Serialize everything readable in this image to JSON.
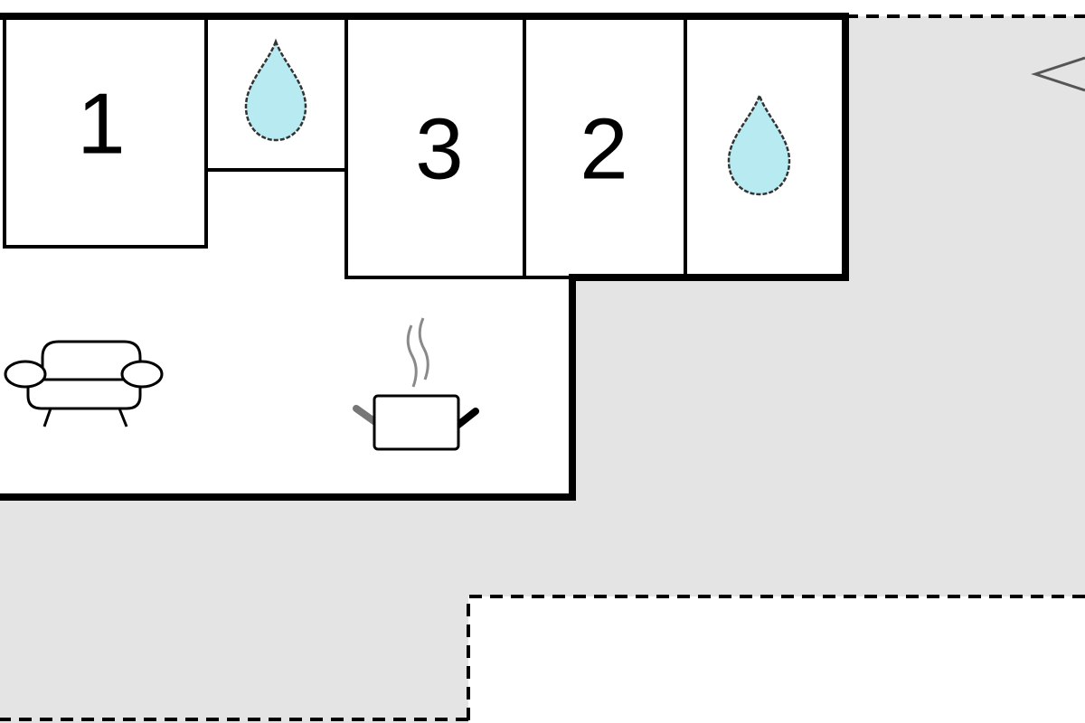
{
  "floor_plan": {
    "rooms": [
      {
        "id": "bedroom-1",
        "label": "1"
      },
      {
        "id": "bedroom-3",
        "label": "3"
      },
      {
        "id": "bedroom-2",
        "label": "2"
      }
    ],
    "icons": [
      "water-drop-icon",
      "water-drop-icon",
      "sofa-icon",
      "cooking-pot-icon",
      "compass-arrow-icon"
    ],
    "colors": {
      "background": "#ffffff",
      "outdoor_area": "#e4e4e4",
      "wall": "#000000",
      "water_drop": "#b8eaf2",
      "steam": "#8a8a8a"
    }
  }
}
